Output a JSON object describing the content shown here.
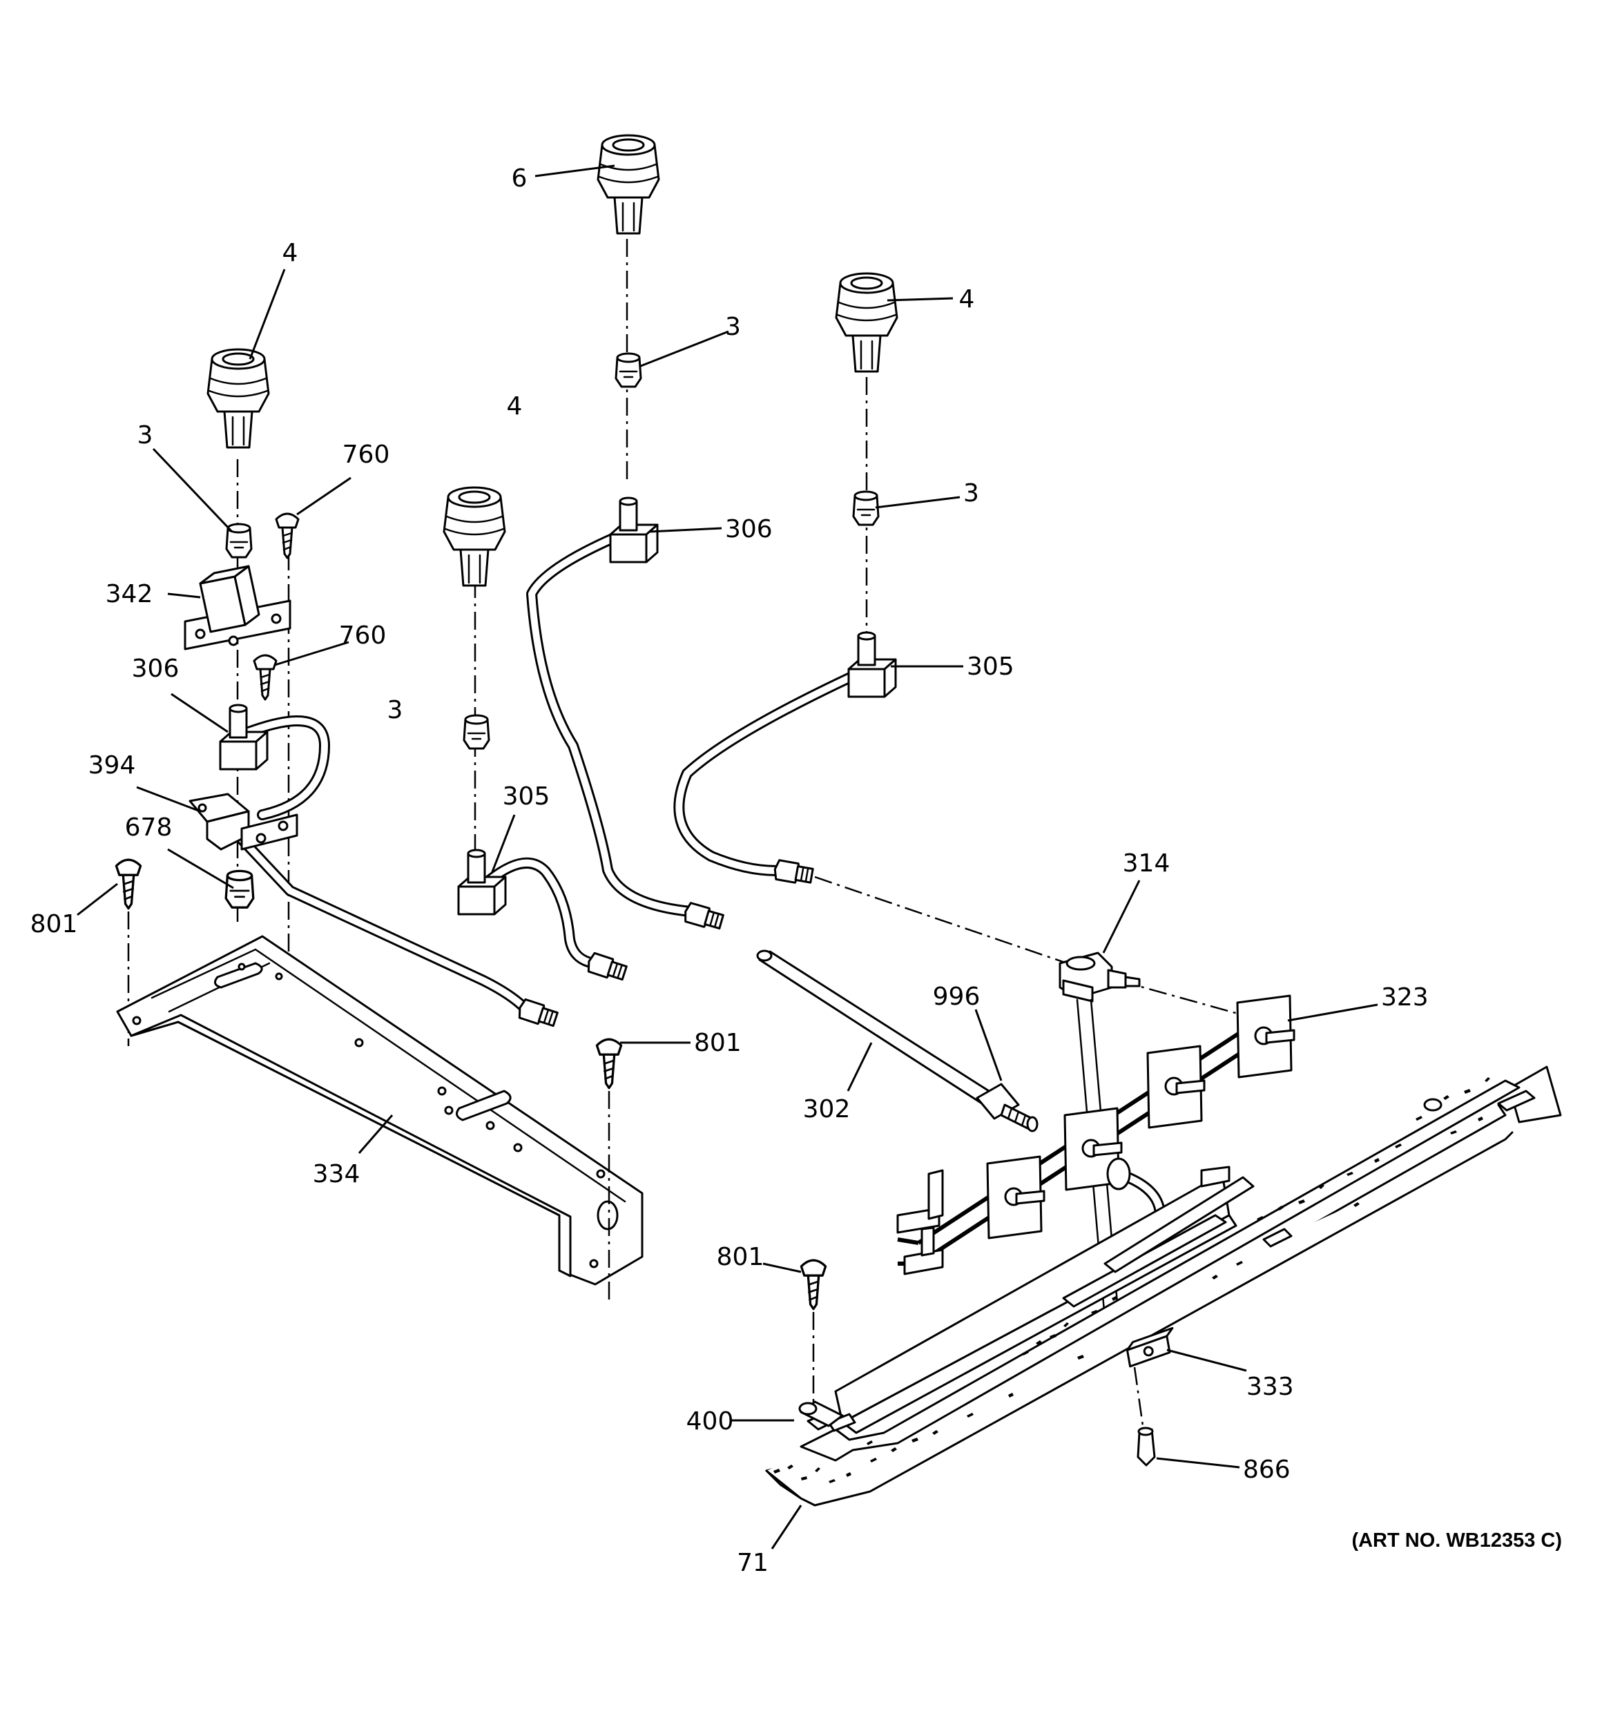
{
  "callouts": {
    "c_6": "6",
    "c_4_left": "4",
    "c_4_middle": "4",
    "c_4_right": "4",
    "c_3_top": "3",
    "c_3_left": "3",
    "c_3_middle": "3",
    "c_3_right": "3",
    "c_760_upper": "760",
    "c_760_lower": "760",
    "c_342": "342",
    "c_306_left": "306",
    "c_306_top": "306",
    "c_394": "394",
    "c_678": "678",
    "c_801_left": "801",
    "c_801_middle": "801",
    "c_801_bottom": "801",
    "c_305_left": "305",
    "c_305_right": "305",
    "c_334": "334",
    "c_314": "314",
    "c_323": "323",
    "c_996": "996",
    "c_302": "302",
    "c_333": "333",
    "c_400": "400",
    "c_866": "866",
    "c_71": "71"
  },
  "art_number": "(ART NO. WB12353 C)"
}
